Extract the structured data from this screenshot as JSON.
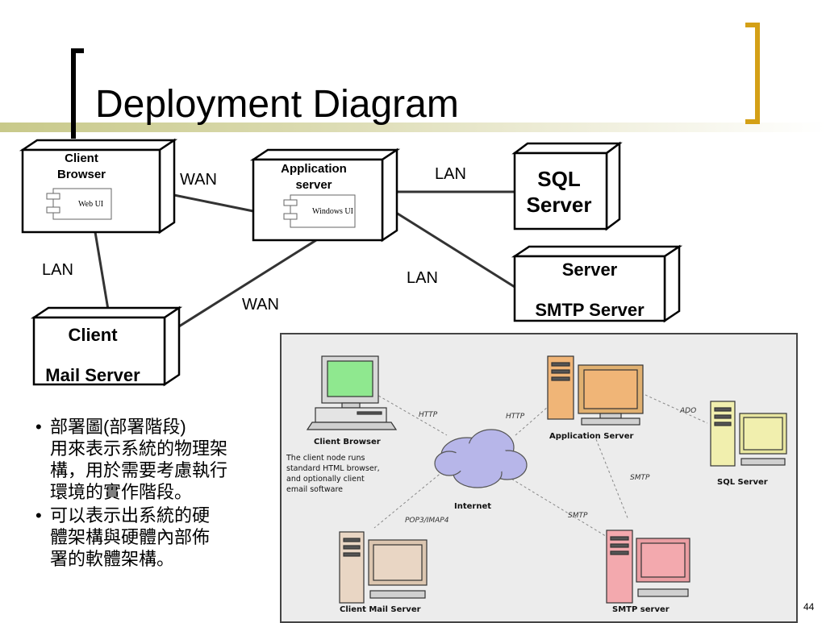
{
  "slide": {
    "title": "Deployment Diagram",
    "page_number": "44",
    "accent_color": "#d4a017"
  },
  "diagram": {
    "nodes": {
      "client_browser": {
        "line1": "Client",
        "line2": "Browser",
        "component": "Web UI"
      },
      "application_server": {
        "line1": "Application",
        "line2": "server",
        "component": "Windows UI"
      },
      "sql_server": {
        "line1": "SQL",
        "line2": "Server"
      },
      "smtp_server": {
        "line1": "Server",
        "line2": "SMTP Server"
      },
      "client_mail_server": {
        "line1": "Client",
        "line2": "Mail Server"
      }
    },
    "connections": {
      "browser_app": "WAN",
      "app_sql": "LAN",
      "browser_mail": "LAN",
      "app_smtp": "LAN",
      "app_mail": "WAN"
    }
  },
  "bullets": [
    {
      "lines": [
        "部署圖(部署階段)",
        "用來表示系統的物理架",
        "構，用於需要考慮執行",
        "環境的實作階段。"
      ]
    },
    {
      "lines": [
        "可以表示出系統的硬",
        "體架構與硬體內部佈",
        "署的軟體架構。"
      ]
    }
  ],
  "figure": {
    "background": "#ececec",
    "labels": {
      "client_browser": "Client Browser",
      "application_server": "Application Server",
      "sql_server": "SQL Server",
      "internet": "Internet",
      "client_mail_server": "Client Mail Server",
      "smtp_server": "SMTP server"
    },
    "description": [
      "The client node runs",
      "standard HTML browser,",
      "and optionally client",
      "email software"
    ],
    "protocols": {
      "http_1": "HTTP",
      "http_2": "HTTP",
      "ado": "ADO",
      "smtp_1": "SMTP",
      "smtp_2": "SMTP",
      "pop3": "POP3/IMAP4"
    },
    "colors": {
      "client_browser": "#8fe88f",
      "application_server": "#f0b577",
      "sql_server": "#f1efae",
      "client_mail_server": "#e9d6c4",
      "smtp_server": "#f3a9ae",
      "internet": "#b7b6e9"
    }
  }
}
